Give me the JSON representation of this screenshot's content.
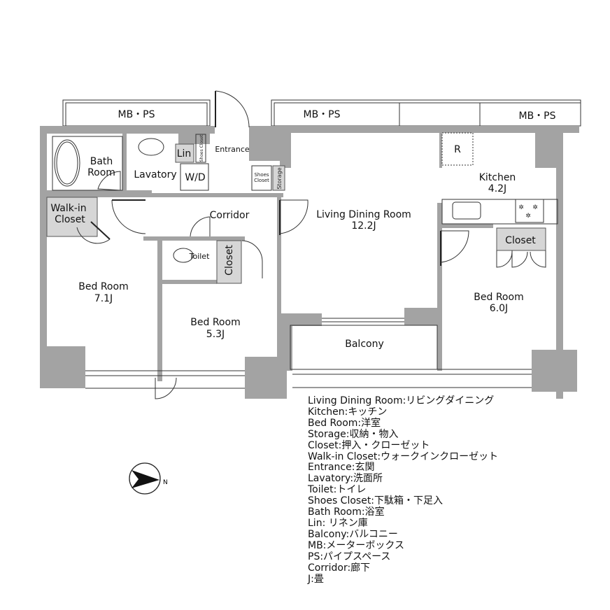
{
  "rooms": {
    "mbps_left": "MB・PS",
    "mbps_mid": "MB・PS",
    "mbps_right": "MB・PS",
    "bath": [
      "Bath",
      "Room"
    ],
    "lavatory": "Lavatory",
    "lin": "Lin",
    "wd": "W/D",
    "shoes_closet_upper": "Shoes Closet",
    "entrance": "Entrance",
    "shoes_closet": [
      "Shoes",
      "Closet"
    ],
    "storage": "Storage",
    "walkin": [
      "Walk-in",
      "Closet"
    ],
    "corridor": "Corridor",
    "toilet": "Toilet",
    "closet_left": "Closet",
    "bed71": [
      "Bed Room",
      "7.1J"
    ],
    "bed53": [
      "Bed Room",
      "5.3J"
    ],
    "ldr": [
      "Living Dining Room",
      "12.2J"
    ],
    "refrigerator": "R",
    "kitchen": [
      "Kitchen",
      "4.2J"
    ],
    "closet_right": "Closet",
    "bed60": [
      "Bed Room",
      "6.0J"
    ],
    "balcony": "Balcony"
  },
  "compass": {
    "label": "N",
    "icon": "north-arrow-icon"
  },
  "legend": [
    "Living Dining Room:リビングダイニング",
    "Kitchen:キッチン",
    "Bed Room:洋室",
    "Storage:収納・物入",
    "Closet:押入・クローゼット",
    "Walk-in Closet:ウォークインクローゼット",
    "Entrance:玄関",
    "Lavatory:洗面所",
    "Toilet:トイレ",
    "Shoes Closet:下駄箱・下足入",
    "Bath Room:浴室",
    "Lin: リネン庫",
    "Balcony:バルコニー",
    "MB:メーターボックス",
    "PS:パイプスペース",
    "Corridor:廊下",
    "J:畳"
  ],
  "colors": {
    "wall": "#a3a3a3",
    "closet": "#d6d6d6"
  }
}
